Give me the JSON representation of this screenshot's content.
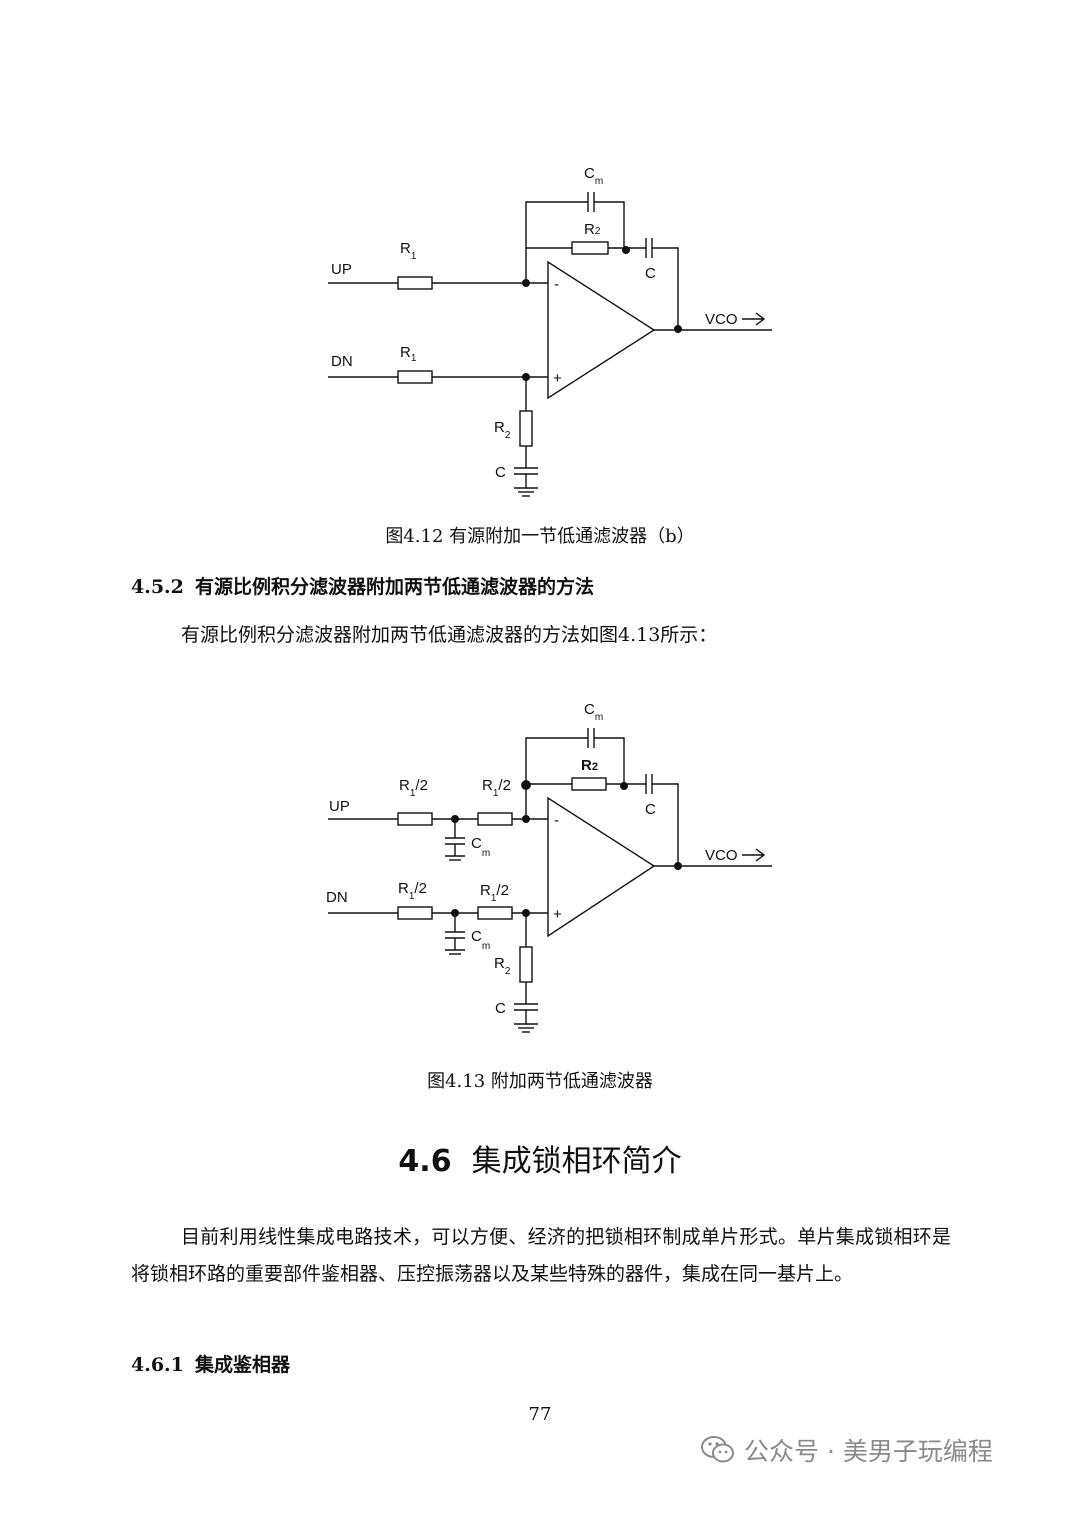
{
  "figure1": {
    "labels": {
      "cm": "C",
      "cm_sub": "m",
      "r2": "R",
      "r2_sub": "2",
      "c_fb": "C",
      "up": "UP",
      "dn": "DN",
      "r1_up": "R",
      "r1_up_sub": "1",
      "r1_dn": "R",
      "r1_dn_sub": "1",
      "minus": "-",
      "plus": "+",
      "vco": "VCO",
      "r2_low": "R",
      "r2_low_sub": "2",
      "c_low": "C"
    },
    "caption": "图4.12  有源附加一节低通滤波器（b）"
  },
  "section_4_5_2": {
    "number": "4.5.2",
    "title": "有源比例积分滤波器附加两节低通滤波器的方法",
    "paragraph": "有源比例积分滤波器附加两节低通滤波器的方法如图4.13所示："
  },
  "figure2": {
    "labels": {
      "cm": "C",
      "cm_sub": "m",
      "r2": "R",
      "r2_sub": "2",
      "c_fb": "C",
      "up": "UP",
      "dn": "DN",
      "r1a_up": "R",
      "r1a_up_sub": "1",
      "r1a_up_tail": "/2",
      "r1b_up": "R",
      "r1b_up_sub": "1",
      "r1b_up_tail": "/2",
      "cm_up": "C",
      "cm_up_sub": "m",
      "r1a_dn": "R",
      "r1a_dn_sub": "1",
      "r1a_dn_tail": "/2",
      "r1b_dn": "R",
      "r1b_dn_sub": "1",
      "r1b_dn_tail": "/2",
      "cm_dn": "C",
      "cm_dn_sub": "m",
      "minus": "-",
      "plus": "+",
      "vco": "VCO",
      "r2_low": "R",
      "r2_low_sub": "2",
      "c_low": "C"
    },
    "caption": "图4.13  附加两节低通滤波器"
  },
  "section_4_6": {
    "number": "4.6",
    "title": "集成锁相环简介",
    "paragraph": "目前利用线性集成电路技术，可以方便、经济的把锁相环制成单片形式。单片集成锁相环是将锁相环路的重要部件鉴相器、压控振荡器以及某些特殊的器件，集成在同一基片上。"
  },
  "section_4_6_1": {
    "number": "4.6.1",
    "title": "集成鉴相器"
  },
  "page_number": "77",
  "watermark": {
    "text": "公众号 · 美男子玩编程",
    "icon": "wechat-icon"
  }
}
